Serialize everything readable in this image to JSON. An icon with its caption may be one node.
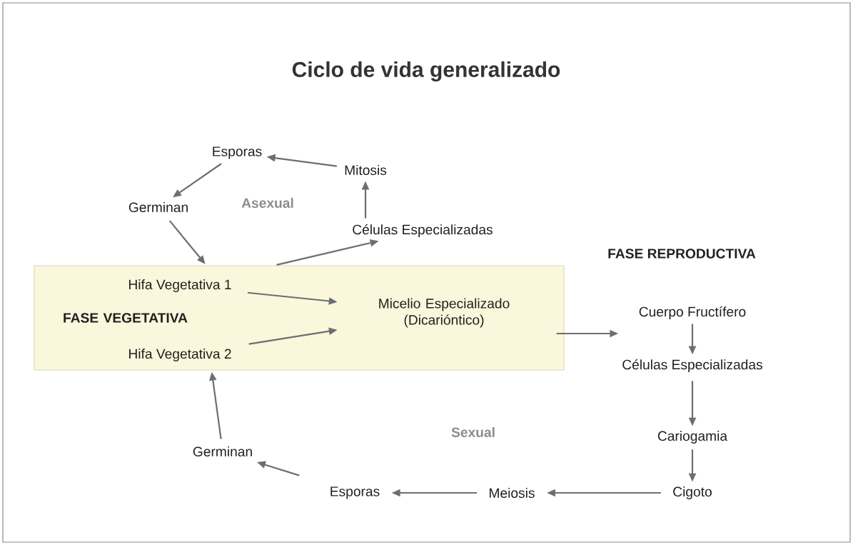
{
  "diagram": {
    "title": "Ciclo de vida generalizado",
    "nodes": [
      {
        "text": [
          "FASE VEGETATIVA"
        ]
      },
      {
        "text": [
          "Hifa Vegetativa 1"
        ],
        "in": 0
      },
      {
        "text": [
          "Hifa Vegetativa 2"
        ],
        "in": 0
      },
      {
        "text": [
          "Micelio Especializado (Dicarióntico)"
        ],
        "in": 0
      },
      {
        "text": [
          "Esporas"
        ]
      },
      {
        "text": [
          "Mitosis"
        ]
      },
      {
        "text": [
          "Germinan"
        ]
      },
      {
        "text": [
          "Células Especializadas"
        ]
      },
      {
        "text": [
          "Cuerpo Fructífero"
        ]
      },
      {
        "text": [
          "Células Especializadas"
        ]
      },
      {
        "text": [
          "Cariogamia"
        ]
      },
      {
        "text": [
          "Cigoto"
        ]
      },
      {
        "text": [
          "Meiosis"
        ]
      },
      {
        "text": [
          "Esporas"
        ]
      },
      {
        "text": [
          "Germinan"
        ]
      }
    ],
    "edges": [
      {
        "from": 5,
        "to": 4,
        "arrow": "to"
      },
      {
        "from": 4,
        "to": 6,
        "arrow": "to"
      },
      {
        "from": 6,
        "to": 0,
        "arrow": "to"
      },
      {
        "from": 0,
        "to": 7,
        "arrow": "to"
      },
      {
        "from": 7,
        "to": 5,
        "arrow": "to"
      },
      {
        "from": 1,
        "to": 3,
        "arrow": "to"
      },
      {
        "from": 2,
        "to": 3,
        "arrow": "to"
      },
      {
        "from": 0,
        "to": 8,
        "arrow": "to"
      },
      {
        "from": 8,
        "to": 9,
        "arrow": "to"
      },
      {
        "from": 9,
        "to": 10,
        "arrow": "to"
      },
      {
        "from": 10,
        "to": 11,
        "arrow": "to"
      },
      {
        "from": 11,
        "to": 12,
        "arrow": "to"
      },
      {
        "from": 12,
        "to": 13,
        "arrow": "to"
      },
      {
        "from": 13,
        "to": 14,
        "arrow": "to"
      },
      {
        "from": 14,
        "to": 0,
        "arrow": "to"
      }
    ],
    "labels": [
      "Asexual",
      "FASE REPRODUCTIVA",
      "Sexual"
    ]
  }
}
